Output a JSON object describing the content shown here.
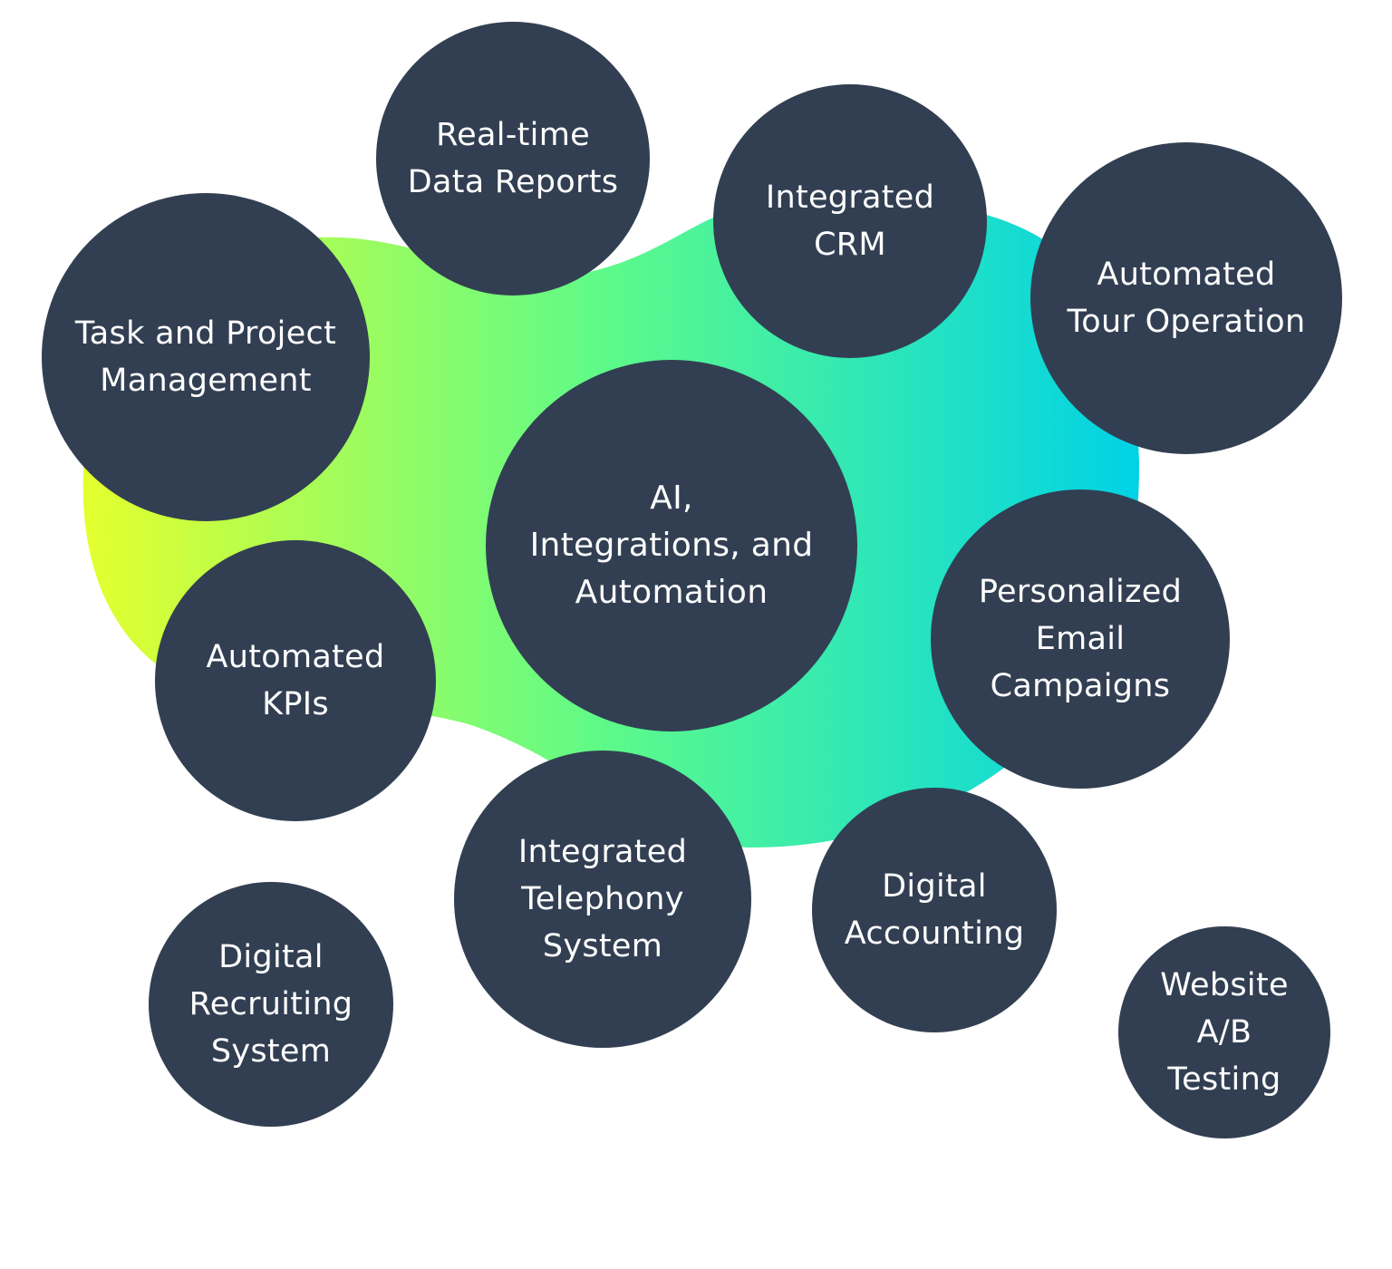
{
  "colors": {
    "bubble": "#323f52",
    "bubble_text": "#ffffff",
    "gradient_start": "#e4ff2e",
    "gradient_mid": "#5cfa8a",
    "gradient_end": "#00d2e6",
    "background": "#ffffff"
  },
  "bubbles": {
    "center": "AI,\nIntegrations, and\nAutomation",
    "realtime_reports": "Real-time\nData Reports",
    "integrated_crm": "Integrated\nCRM",
    "tour_operation": "Automated\nTour Operation",
    "task_management": "Task and Project\nManagement",
    "automated_kpis": "Automated\nKPIs",
    "email_campaigns": "Personalized\nEmail\nCampaigns",
    "telephony": "Integrated\nTelephony\nSystem",
    "accounting": "Digital\nAccounting",
    "recruiting": "Digital\nRecruiting\nSystem",
    "ab_testing": "Website\nA/B\nTesting"
  }
}
